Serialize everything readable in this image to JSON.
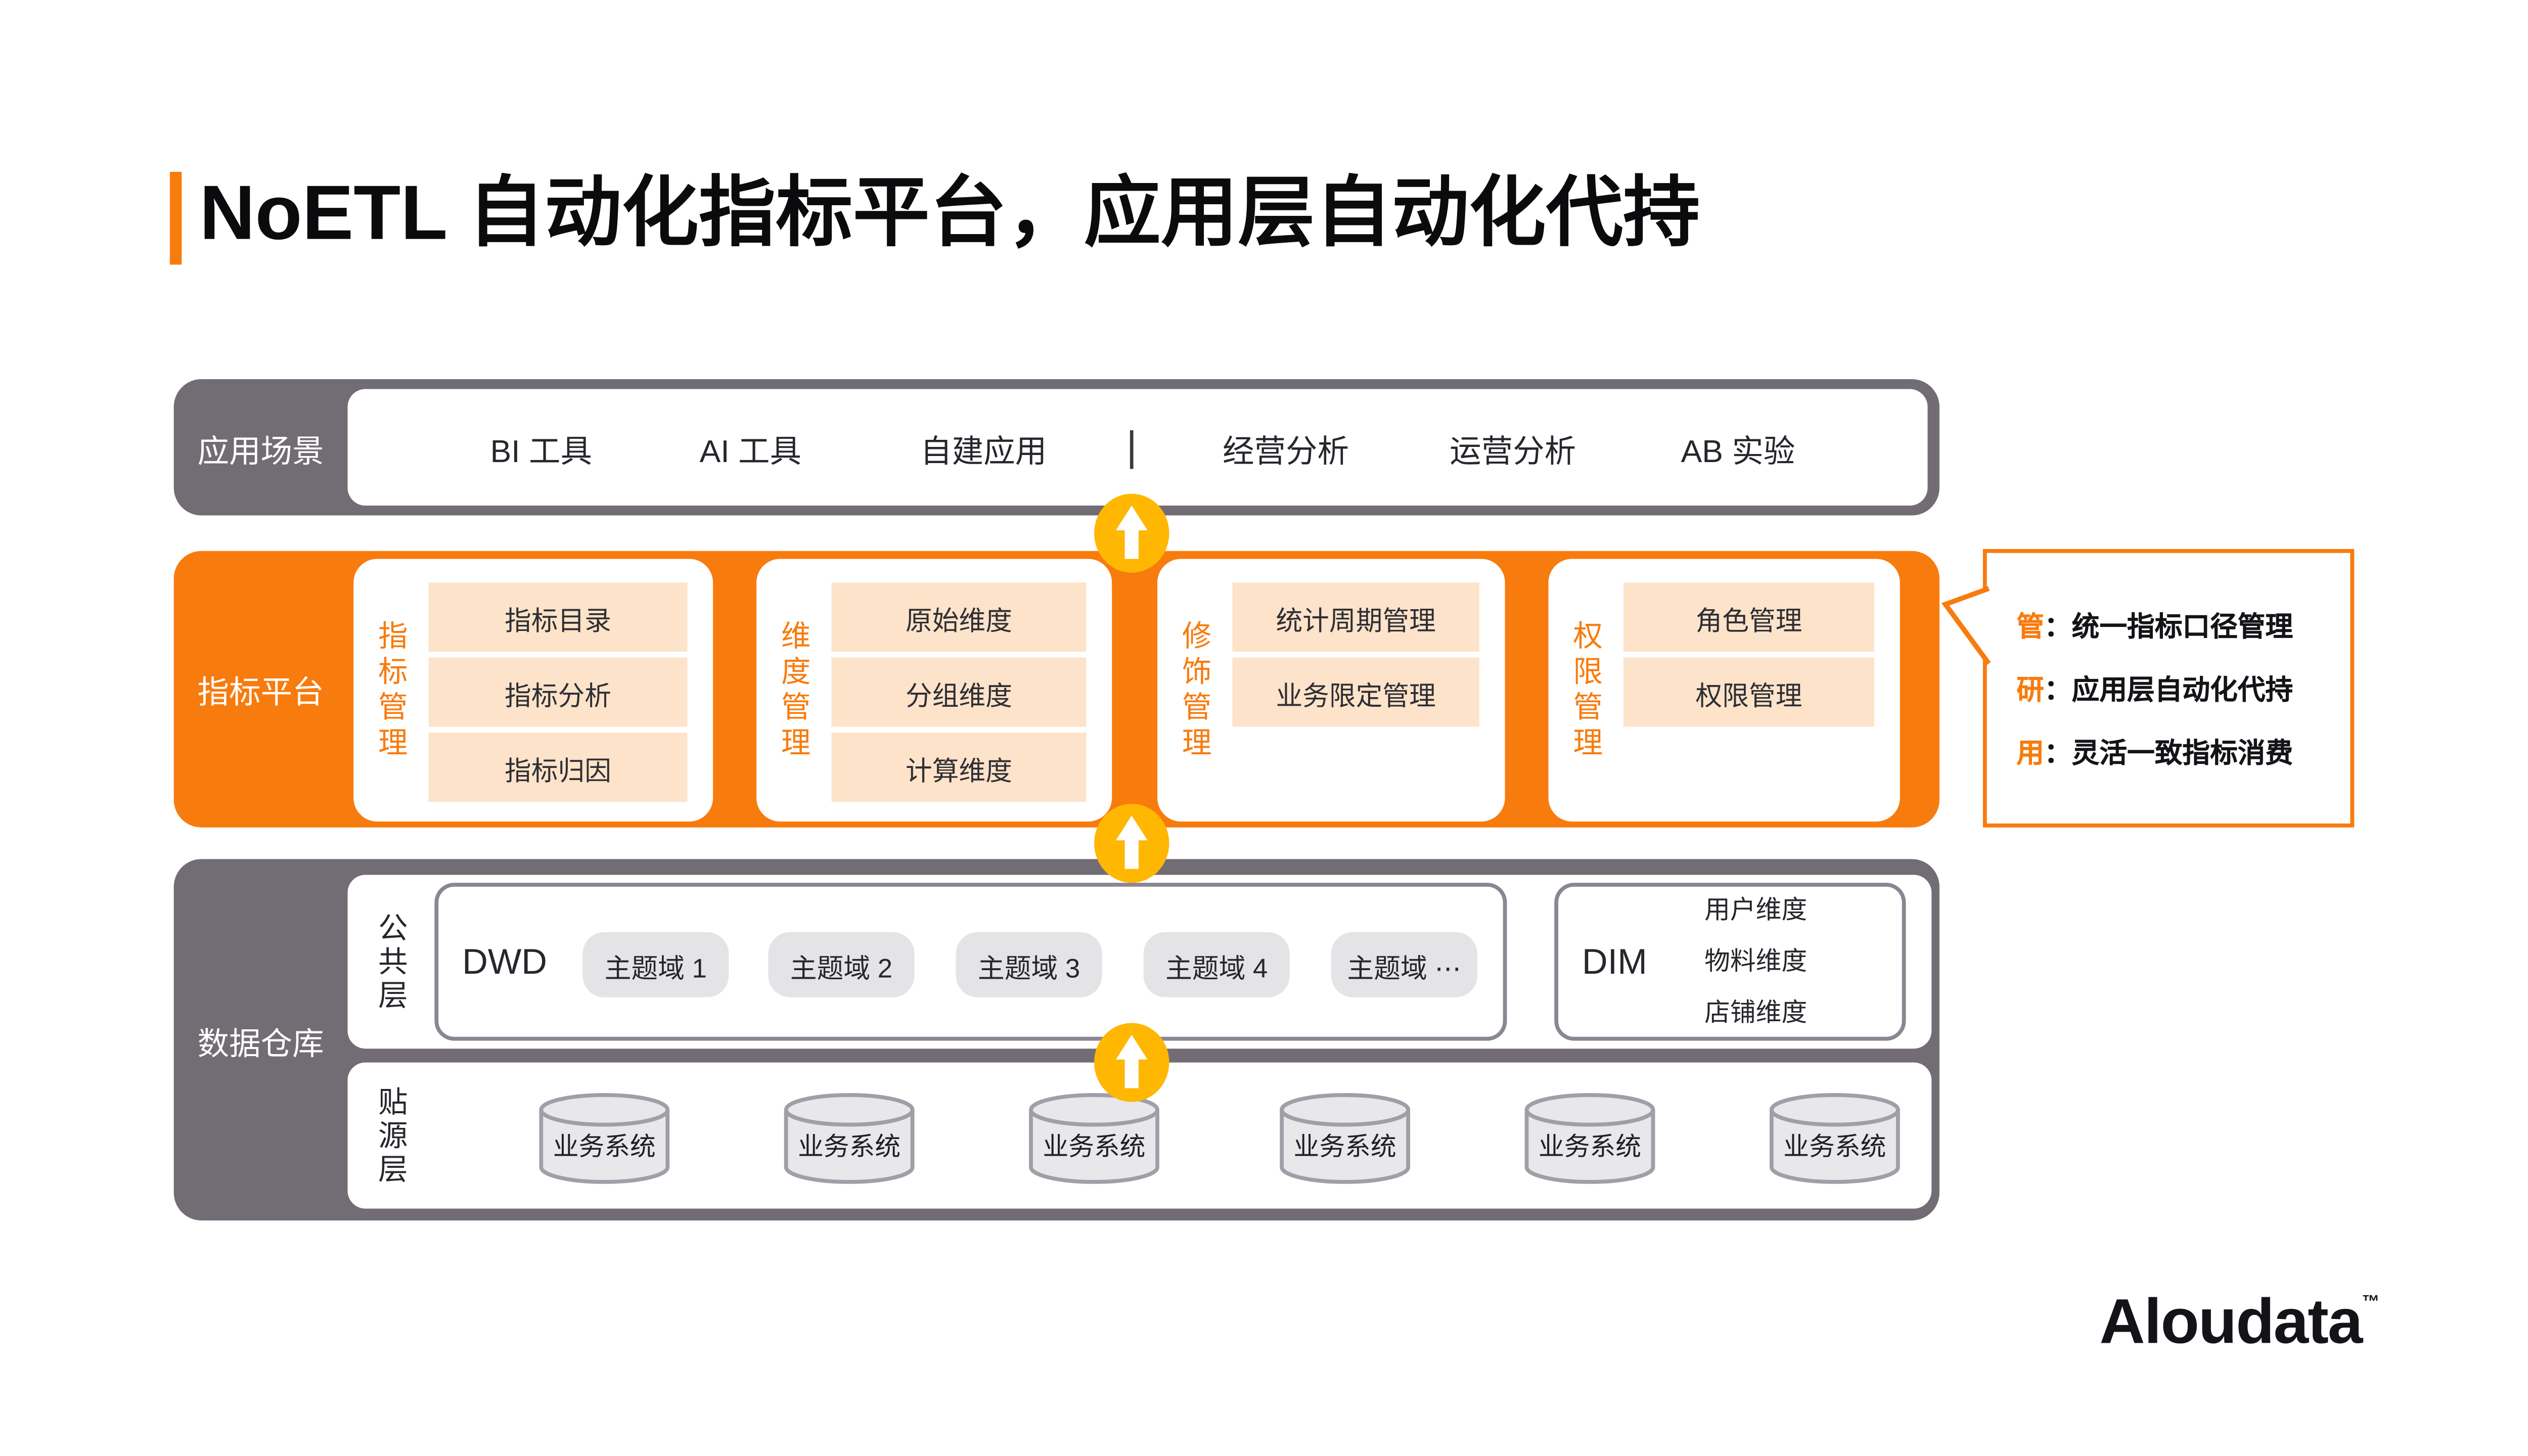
{
  "title": "NoETL 自动化指标平台，应用层自动化代持",
  "colors": {
    "orange": "#F87B0D",
    "light_orange": "#FCE3C9",
    "gray": "#726C74",
    "gold_arrow": "#FFB702",
    "pill_gray": "#E4E3E6"
  },
  "app_row": {
    "label": "应用场景",
    "items": [
      "BI 工具",
      "AI 工具",
      "自建应用",
      "经营分析",
      "运营分析",
      "AB 实验"
    ],
    "divider": "|"
  },
  "platform_row": {
    "label": "指标平台",
    "cards": [
      {
        "label": "指标管理",
        "boxes": [
          "指标目录",
          "指标分析",
          "指标归因"
        ]
      },
      {
        "label": "维度管理",
        "boxes": [
          "原始维度",
          "分组维度",
          "计算维度"
        ]
      },
      {
        "label": "修饰管理",
        "boxes": [
          "统计周期管理",
          "业务限定管理"
        ]
      },
      {
        "label": "权限管理",
        "boxes": [
          "角色管理",
          "权限管理"
        ]
      }
    ]
  },
  "callout": {
    "sep": "：",
    "lines": [
      {
        "key": "管",
        "text": "统一指标口径管理"
      },
      {
        "key": "研",
        "text": "应用层自动化代持"
      },
      {
        "key": "用",
        "text": "灵活一致指标消费"
      }
    ]
  },
  "warehouse_row": {
    "label": "数据仓库",
    "public_layer": {
      "label": "公共层",
      "dwd": {
        "label": "DWD",
        "pills": [
          "主题域 1",
          "主题域 2",
          "主题域 3",
          "主题域 4",
          "主题域 ⋯"
        ]
      },
      "dim": {
        "label": "DIM",
        "items": [
          "用户维度",
          "物料维度",
          "店铺维度"
        ]
      }
    },
    "source_layer": {
      "label": "贴源层",
      "cylinders": [
        "业务系统",
        "业务系统",
        "业务系统",
        "业务系统",
        "业务系统",
        "业务系统"
      ]
    }
  },
  "logo": {
    "text": "Aloudata",
    "tm": "™"
  }
}
